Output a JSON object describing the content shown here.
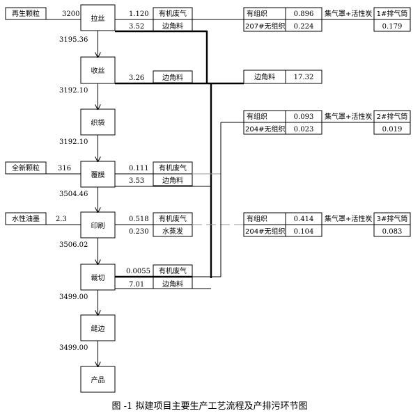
{
  "inputs": {
    "regranulate": {
      "label": "再生颗粒",
      "qty": "3200"
    },
    "new_granule": {
      "label": "全新颗粒",
      "qty": "316"
    },
    "ink": {
      "label": "水性油墨",
      "qty": "2.3"
    }
  },
  "process": {
    "drawing": "拉丝",
    "winding": "收丝",
    "weaving": "织袋",
    "laminating": "覆膜",
    "printing": "印刷",
    "cutting": "裁切",
    "sewing": "缝边",
    "product": "产品"
  },
  "flows": {
    "after_drawing": "3195.36",
    "after_winding": "3192.10",
    "after_weaving": "3192.10",
    "after_laminating": "3504.46",
    "after_printing": "3506.02",
    "after_cutting": "3499.00",
    "after_sewing": "3499.00"
  },
  "emissions": {
    "drawing": {
      "gas_val": "1.120",
      "gas_label": "有机废气",
      "scrap_val": "3.52",
      "scrap_label": "边角料"
    },
    "winding": {
      "scrap_val": "3.26",
      "scrap_label": "边角料"
    },
    "laminating": {
      "gas_val": "0.111",
      "gas_label": "有机废气",
      "scrap_val": "3.53",
      "scrap_label": "边角料"
    },
    "printing": {
      "gas_val": "0.518",
      "gas_label": "有机废气",
      "steam_val": "0.230",
      "steam_label": "水蒸发"
    },
    "cutting": {
      "gas_val": "0.0055",
      "gas_label": "有机废气",
      "scrap_val": "7.01",
      "scrap_label": "边角料"
    }
  },
  "treatment": {
    "t1": {
      "org_label": "有组织",
      "org_val": "0.896",
      "unorg_label": "207#无组织",
      "unorg_val": "0.224",
      "method": "集气罩+活性炭",
      "stack_label": "1#排气筒",
      "stack_val": "0.179"
    },
    "t2": {
      "org_label": "有组织",
      "org_val": "0.093",
      "unorg_label": "204#无组织",
      "unorg_val": "0.023",
      "method": "集气罩+活性炭",
      "stack_label": "2#排气筒",
      "stack_val": "0.019"
    },
    "t3": {
      "org_label": "有组织",
      "org_val": "0.414",
      "unorg_label": "204#无组织",
      "unorg_val": "0.104",
      "method": "集气罩+活性炭",
      "stack_label": "3#排气筒",
      "stack_val": "0.083"
    }
  },
  "scrap_total": {
    "label": "边角料",
    "value": "17.32"
  },
  "caption": "图 -1 拟建项目主要生产工艺流程及产排污环节图"
}
